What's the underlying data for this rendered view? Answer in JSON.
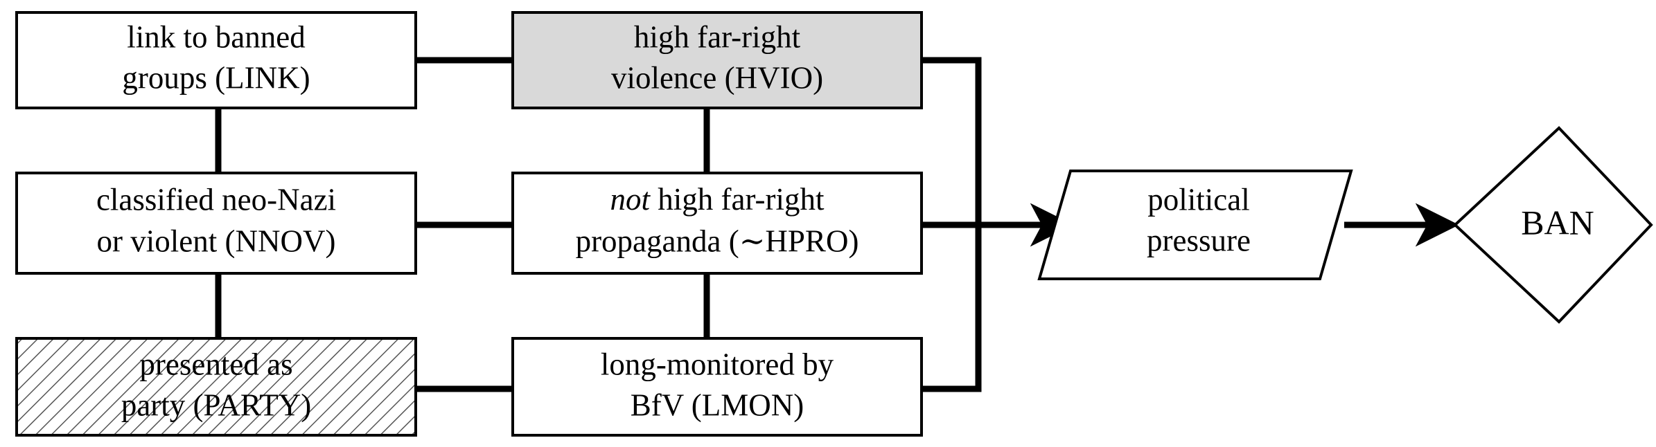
{
  "diagram": {
    "title": "AfD ban pathway configuration diagram",
    "type": "flow-configuration",
    "background_color": "#ffffff",
    "line_color": "#000000",
    "shaded_fill": "#d9d9d9",
    "box_fill": "#ffffff",
    "nodes": [
      {
        "id": "LINK",
        "shape": "rectangle",
        "style": "plain",
        "line1": "link to banned",
        "line2": "groups (LINK)",
        "code": "LINK"
      },
      {
        "id": "HVIO",
        "shape": "rectangle",
        "style": "shaded",
        "line1": "high far-right",
        "line2": "violence (HVIO)",
        "code": "HVIO"
      },
      {
        "id": "NNOV",
        "shape": "rectangle",
        "style": "plain",
        "line1": "classified neo-Nazi",
        "line2": "or violent (NNOV)",
        "code": "NNOV"
      },
      {
        "id": "HPRO",
        "shape": "rectangle",
        "style": "plain",
        "line1_italic": "not",
        "line1_rest": "high far-right",
        "line2": "propaganda (∼HPRO)",
        "code": "~HPRO"
      },
      {
        "id": "PARTY",
        "shape": "rectangle",
        "style": "hatched",
        "line1": "presented as",
        "line2": "party (PARTY)",
        "code": "PARTY"
      },
      {
        "id": "LMON",
        "shape": "rectangle",
        "style": "plain",
        "line1": "long-monitored by",
        "line2": "BfV (LMON)",
        "code": "LMON"
      },
      {
        "id": "PRESSURE",
        "shape": "parallelogram",
        "style": "plain",
        "line1": "political",
        "line2": "pressure",
        "code": "political pressure"
      },
      {
        "id": "BAN",
        "shape": "diamond",
        "style": "plain",
        "line1": "BAN",
        "code": "BAN"
      }
    ],
    "edges": [
      {
        "from": "LINK",
        "to": "HVIO",
        "kind": "plain-link"
      },
      {
        "from": "LINK",
        "to": "NNOV",
        "kind": "plain-link"
      },
      {
        "from": "NNOV",
        "to": "HPRO",
        "kind": "plain-link"
      },
      {
        "from": "NNOV",
        "to": "PARTY",
        "kind": "plain-link"
      },
      {
        "from": "PARTY",
        "to": "LMON",
        "kind": "plain-link"
      },
      {
        "from": "HVIO",
        "to": "HPRO",
        "kind": "plain-link"
      },
      {
        "from": "HPRO",
        "to": "LMON",
        "kind": "plain-link"
      },
      {
        "from": "HVIO",
        "to": "PRESSURE",
        "kind": "arrow"
      },
      {
        "from": "HPRO",
        "to": "PRESSURE",
        "kind": "arrow"
      },
      {
        "from": "LMON",
        "to": "PRESSURE",
        "kind": "arrow"
      },
      {
        "from": "PRESSURE",
        "to": "BAN",
        "kind": "arrow"
      }
    ]
  }
}
